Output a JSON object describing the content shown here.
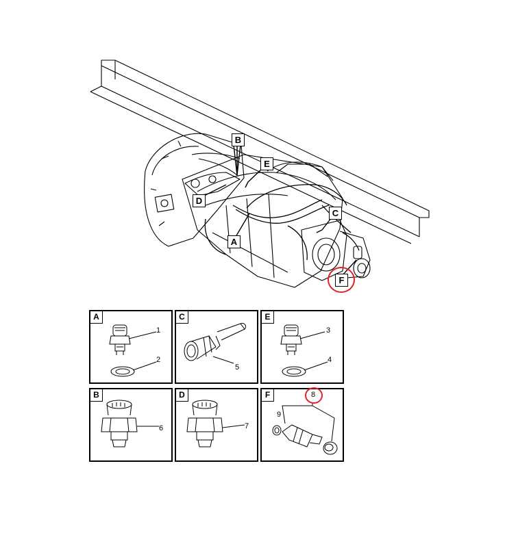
{
  "overview": {
    "callouts": [
      "B",
      "E",
      "D",
      "C",
      "A",
      "F"
    ]
  },
  "panels": [
    {
      "letter": "A",
      "numbers": [
        "1",
        "2"
      ]
    },
    {
      "letter": "C",
      "numbers": [
        "5"
      ]
    },
    {
      "letter": "E",
      "numbers": [
        "3",
        "4"
      ]
    },
    {
      "letter": "B",
      "numbers": [
        "6"
      ]
    },
    {
      "letter": "D",
      "numbers": [
        "7"
      ]
    },
    {
      "letter": "F",
      "numbers": [
        "8",
        "9"
      ]
    }
  ],
  "highlight_color": "#e2202a"
}
